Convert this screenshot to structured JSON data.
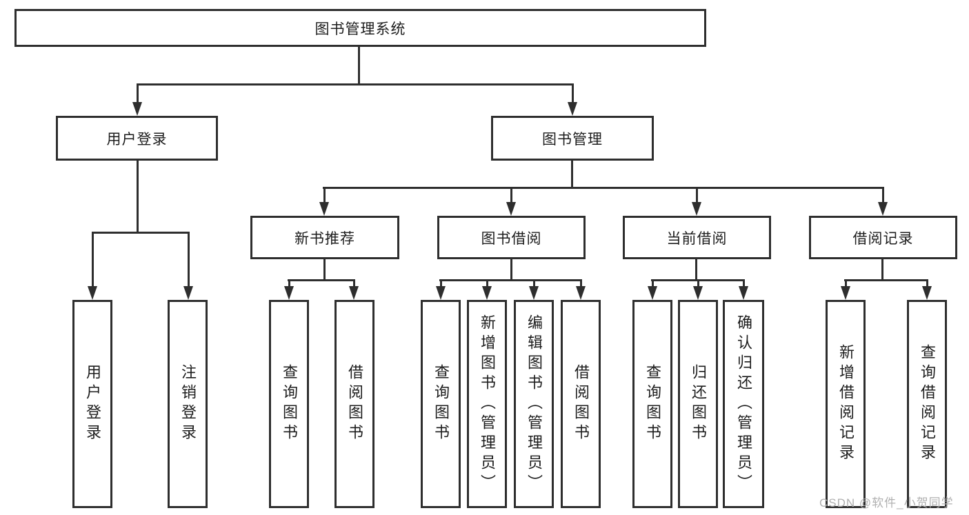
{
  "colors": {
    "line": "#2e2e2e",
    "text": "#1c1c1c",
    "background": "#ffffff",
    "watermark": "#b0b0b0"
  },
  "watermark": {
    "text": "CSDN @软件_小贺同学"
  },
  "tree": {
    "label": "图书管理系统",
    "children": [
      {
        "label": "用户登录",
        "children": [
          {
            "label": "用户登录"
          },
          {
            "label": "注销登录"
          }
        ]
      },
      {
        "label": "图书管理",
        "children": [
          {
            "label": "新书推荐",
            "children": [
              {
                "label": "查询图书"
              },
              {
                "label": "借阅图书"
              }
            ]
          },
          {
            "label": "图书借阅",
            "children": [
              {
                "label": "查询图书"
              },
              {
                "label": "新增图书（管理员）"
              },
              {
                "label": "编辑图书（管理员）"
              },
              {
                "label": "借阅图书"
              }
            ]
          },
          {
            "label": "当前借阅",
            "children": [
              {
                "label": "查询图书"
              },
              {
                "label": "归还图书"
              },
              {
                "label": "确认归还（管理员）"
              }
            ]
          },
          {
            "label": "借阅记录",
            "children": [
              {
                "label": "新增借阅记录"
              },
              {
                "label": "查询借阅记录"
              }
            ]
          }
        ]
      }
    ]
  }
}
